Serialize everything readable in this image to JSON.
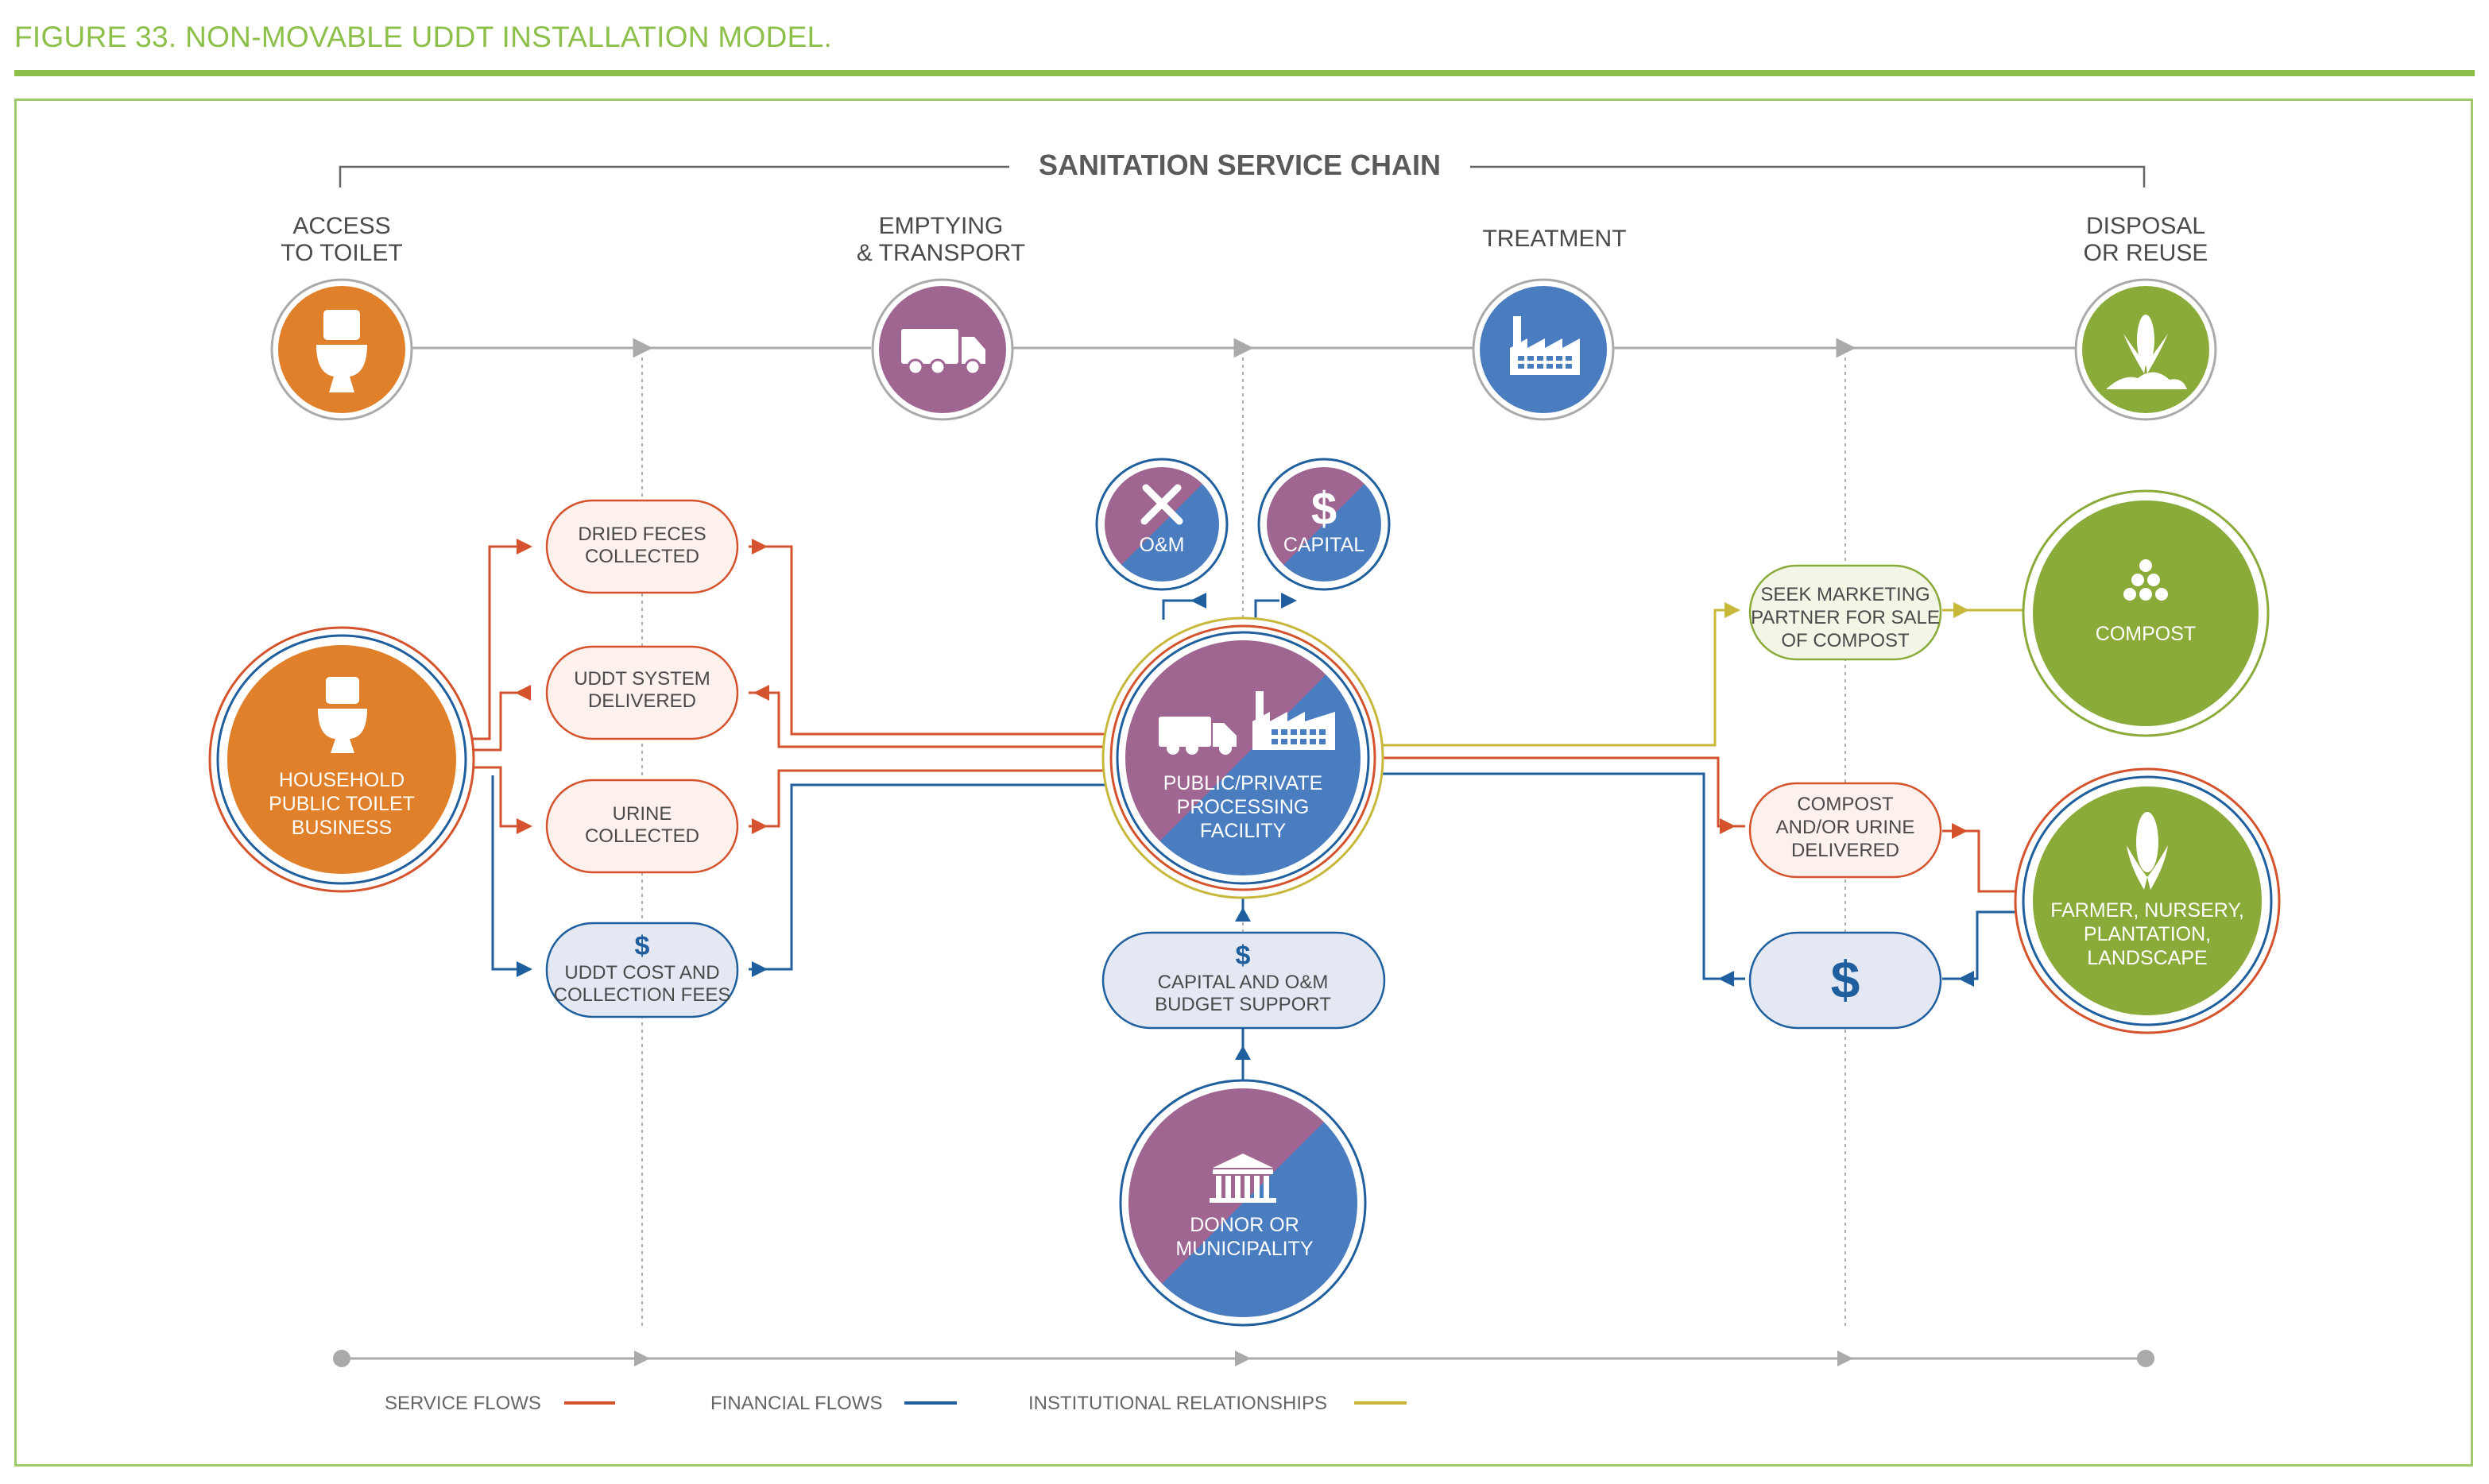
{
  "figure_title": "FIGURE 33. NON-MOVABLE UDDT INSTALLATION MODEL.",
  "chain_title": "SANITATION SERVICE CHAIN",
  "stages": [
    {
      "lines": [
        "ACCESS",
        "TO TOILET"
      ],
      "icon": "toilet-icon",
      "color": "#e0802a"
    },
    {
      "lines": [
        "EMPTYING",
        "& TRANSPORT"
      ],
      "icon": "truck-icon",
      "color": "#9e6690"
    },
    {
      "lines": [
        "TREATMENT"
      ],
      "icon": "factory-icon",
      "color": "#4a7dbf"
    },
    {
      "lines": [
        "DISPOSAL",
        "OR REUSE"
      ],
      "icon": "corn-plant-icon",
      "color": "#8aab3a"
    }
  ],
  "household": {
    "lines": [
      "HOUSEHOLD",
      "PUBLIC TOILET",
      "BUSINESS"
    ],
    "icon": "toilet-icon"
  },
  "left_boxes": {
    "dried_feces": [
      "DRIED FECES",
      "COLLECTED"
    ],
    "uddt_system": [
      "UDDT SYSTEM",
      "DELIVERED"
    ],
    "urine": [
      "URINE",
      "COLLECTED"
    ],
    "uddt_cost": [
      "UDDT COST AND",
      "COLLECTION FEES"
    ]
  },
  "dollar_sign": "$",
  "om": {
    "label": "O&M",
    "icon": "tools-icon"
  },
  "capital": {
    "label": "CAPITAL",
    "icon": "dollar-icon"
  },
  "facility": {
    "lines": [
      "PUBLIC/PRIVATE",
      "PROCESSING",
      "FACILITY"
    ],
    "icons": [
      "truck-icon",
      "factory-icon"
    ]
  },
  "budget_support": [
    "CAPITAL AND O&M",
    "BUDGET SUPPORT"
  ],
  "donor": {
    "lines": [
      "DONOR OR",
      "MUNICIPALITY"
    ],
    "icon": "government-building-icon"
  },
  "seek_marketing": [
    "SEEK MARKETING",
    "PARTNER FOR SALE",
    "OF COMPOST"
  ],
  "compost_delivered": [
    "COMPOST",
    "AND/OR URINE",
    "DELIVERED"
  ],
  "compost": {
    "label": "COMPOST",
    "icon": "compost-pile-icon"
  },
  "farmer": {
    "lines": [
      "FARMER, NURSERY,",
      "PLANTATION,",
      "LANDSCAPE"
    ],
    "icon": "corn-icon"
  },
  "legend": [
    {
      "label": "SERVICE FLOWS",
      "color": "#d5532c"
    },
    {
      "label": "FINANCIAL FLOWS",
      "color": "#1f5f9e"
    },
    {
      "label": "INSTITUTIONAL RELATIONSHIPS",
      "color": "#c7b83b"
    }
  ],
  "colors": {
    "accent_green": "#8dc04a",
    "service": "#d5532c",
    "financial": "#1f5f9e",
    "institutional": "#c7b83b",
    "orange": "#e0802a",
    "purple": "#9e6690",
    "blue": "#4a7dbf",
    "green": "#8aab3a"
  }
}
